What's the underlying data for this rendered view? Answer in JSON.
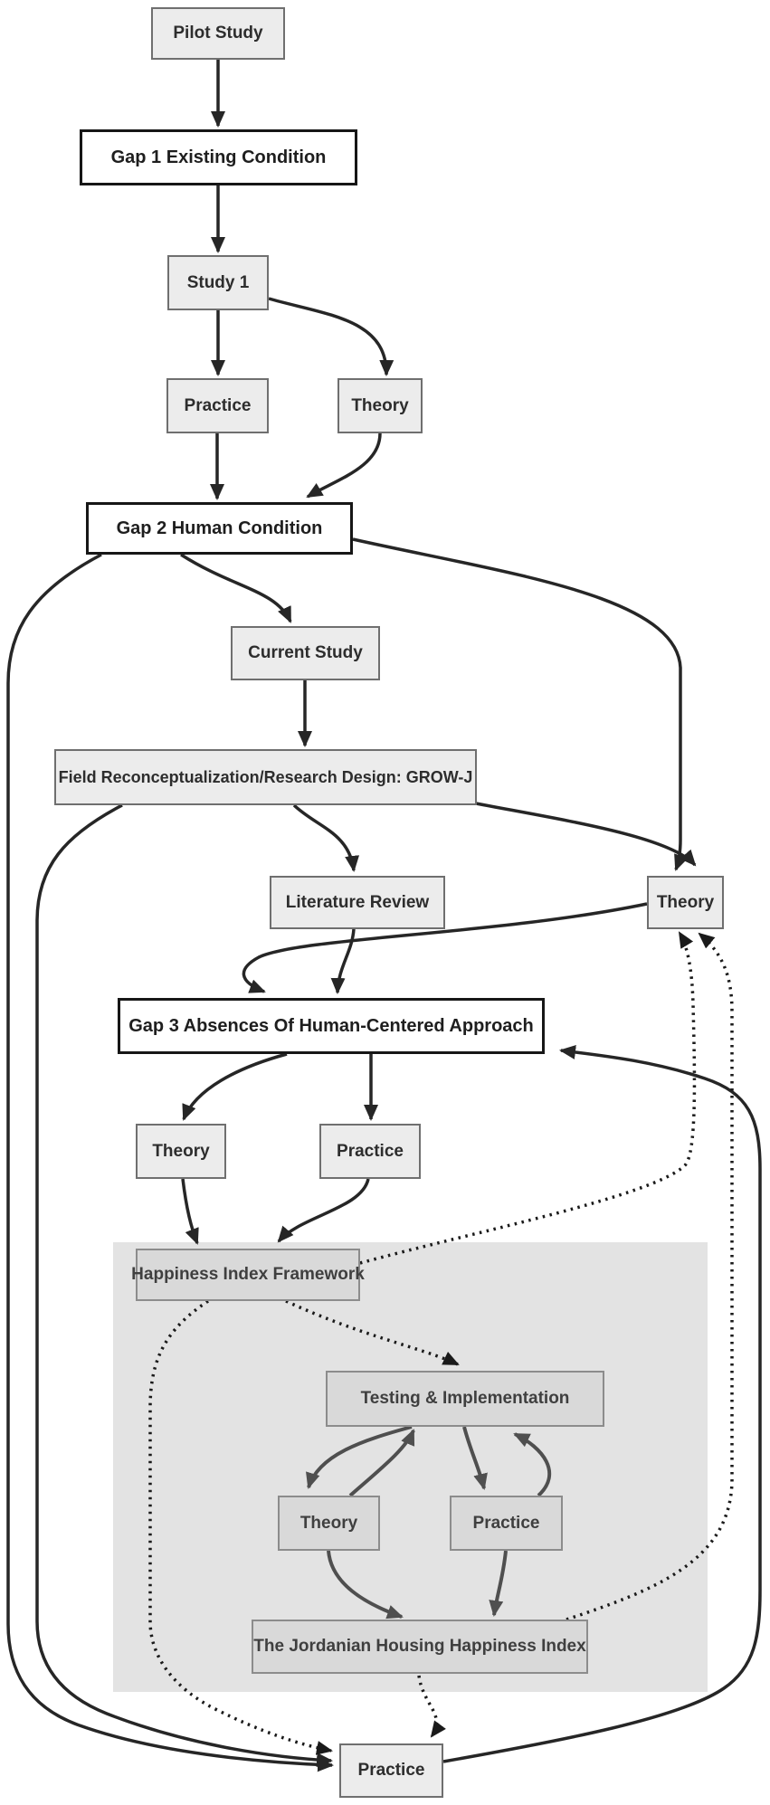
{
  "figure": {
    "type": "flowchart",
    "background_color": "#ffffff",
    "panel_color": "#e3e3e3",
    "colors": {
      "solid_edge": "#262626",
      "inner_edge": "#4f4f4f",
      "dotted_edge": "#1a1a1a",
      "plain_box_fill": "#ececec",
      "plain_box_border": "#6f6f6f",
      "gap_box_fill": "#ffffff",
      "gap_box_border": "#161616",
      "inner_box_fill": "#d9d9d9",
      "inner_box_border": "#8c8c8c"
    },
    "nodes": {
      "pilot_study": "Pilot Study",
      "gap1": "Gap 1 Existing Condition",
      "study1": "Study 1",
      "practice_1": "Practice",
      "theory_1": "Theory",
      "gap2": "Gap 2 Human Condition",
      "current_study": "Current Study",
      "field_recon": "Field Reconceptualization/Research Design: GROW-J",
      "literature_review": "Literature Review",
      "theory_right": "Theory",
      "gap3": "Gap 3 Absences Of Human-Centered Approach",
      "theory_3": "Theory",
      "practice_3": "Practice",
      "happiness_framework": "Happiness Index Framework",
      "testing_implementation": "Testing & Implementation",
      "theory_inner": "Theory",
      "practice_inner": "Practice",
      "jordanian_index": "The Jordanian Housing Happiness Index",
      "practice_bottom": "Practice"
    },
    "edges": [
      {
        "from": "pilot_study",
        "to": "gap1",
        "style": "solid"
      },
      {
        "from": "gap1",
        "to": "study1",
        "style": "solid"
      },
      {
        "from": "study1",
        "to": "practice_1",
        "style": "solid"
      },
      {
        "from": "study1",
        "to": "theory_1",
        "style": "solid"
      },
      {
        "from": "practice_1",
        "to": "gap2",
        "style": "solid"
      },
      {
        "from": "theory_1",
        "to": "gap2",
        "style": "solid"
      },
      {
        "from": "gap2",
        "to": "current_study",
        "style": "solid"
      },
      {
        "from": "gap2",
        "to": "practice_bottom",
        "style": "solid"
      },
      {
        "from": "gap2",
        "to": "theory_right",
        "style": "solid"
      },
      {
        "from": "current_study",
        "to": "field_recon",
        "style": "solid"
      },
      {
        "from": "field_recon",
        "to": "literature_review",
        "style": "solid"
      },
      {
        "from": "field_recon",
        "to": "practice_bottom",
        "style": "solid"
      },
      {
        "from": "field_recon",
        "to": "theory_right",
        "style": "solid"
      },
      {
        "from": "literature_review",
        "to": "gap3",
        "style": "solid"
      },
      {
        "from": "theory_right",
        "to": "gap3",
        "style": "solid"
      },
      {
        "from": "gap3",
        "to": "theory_3",
        "style": "solid"
      },
      {
        "from": "gap3",
        "to": "practice_3",
        "style": "solid"
      },
      {
        "from": "theory_3",
        "to": "happiness_framework",
        "style": "solid"
      },
      {
        "from": "practice_3",
        "to": "happiness_framework",
        "style": "solid"
      },
      {
        "from": "happiness_framework",
        "to": "theory_right",
        "style": "dotted"
      },
      {
        "from": "happiness_framework",
        "to": "testing_implementation",
        "style": "dotted"
      },
      {
        "from": "happiness_framework",
        "to": "practice_bottom",
        "style": "dotted"
      },
      {
        "from": "testing_implementation",
        "to": "theory_inner",
        "style": "solid"
      },
      {
        "from": "theory_inner",
        "to": "testing_implementation",
        "style": "solid"
      },
      {
        "from": "testing_implementation",
        "to": "practice_inner",
        "style": "solid"
      },
      {
        "from": "practice_inner",
        "to": "testing_implementation",
        "style": "solid"
      },
      {
        "from": "theory_inner",
        "to": "jordanian_index",
        "style": "solid"
      },
      {
        "from": "practice_inner",
        "to": "jordanian_index",
        "style": "solid"
      },
      {
        "from": "jordanian_index",
        "to": "theory_right",
        "style": "dotted"
      },
      {
        "from": "jordanian_index",
        "to": "practice_bottom",
        "style": "dotted"
      },
      {
        "from": "practice_bottom",
        "to": "gap3",
        "style": "solid"
      }
    ]
  }
}
